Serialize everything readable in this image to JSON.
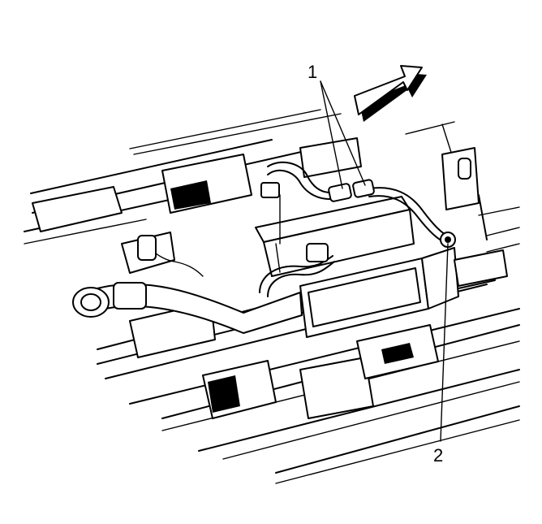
{
  "diagram": {
    "callouts": [
      {
        "id": "callout-1",
        "label": "1"
      },
      {
        "id": "callout-2",
        "label": "2"
      }
    ],
    "direction_arrow": {
      "meaning": "forward-direction"
    },
    "colors": {
      "ink": "#000000",
      "background": "#ffffff"
    }
  }
}
